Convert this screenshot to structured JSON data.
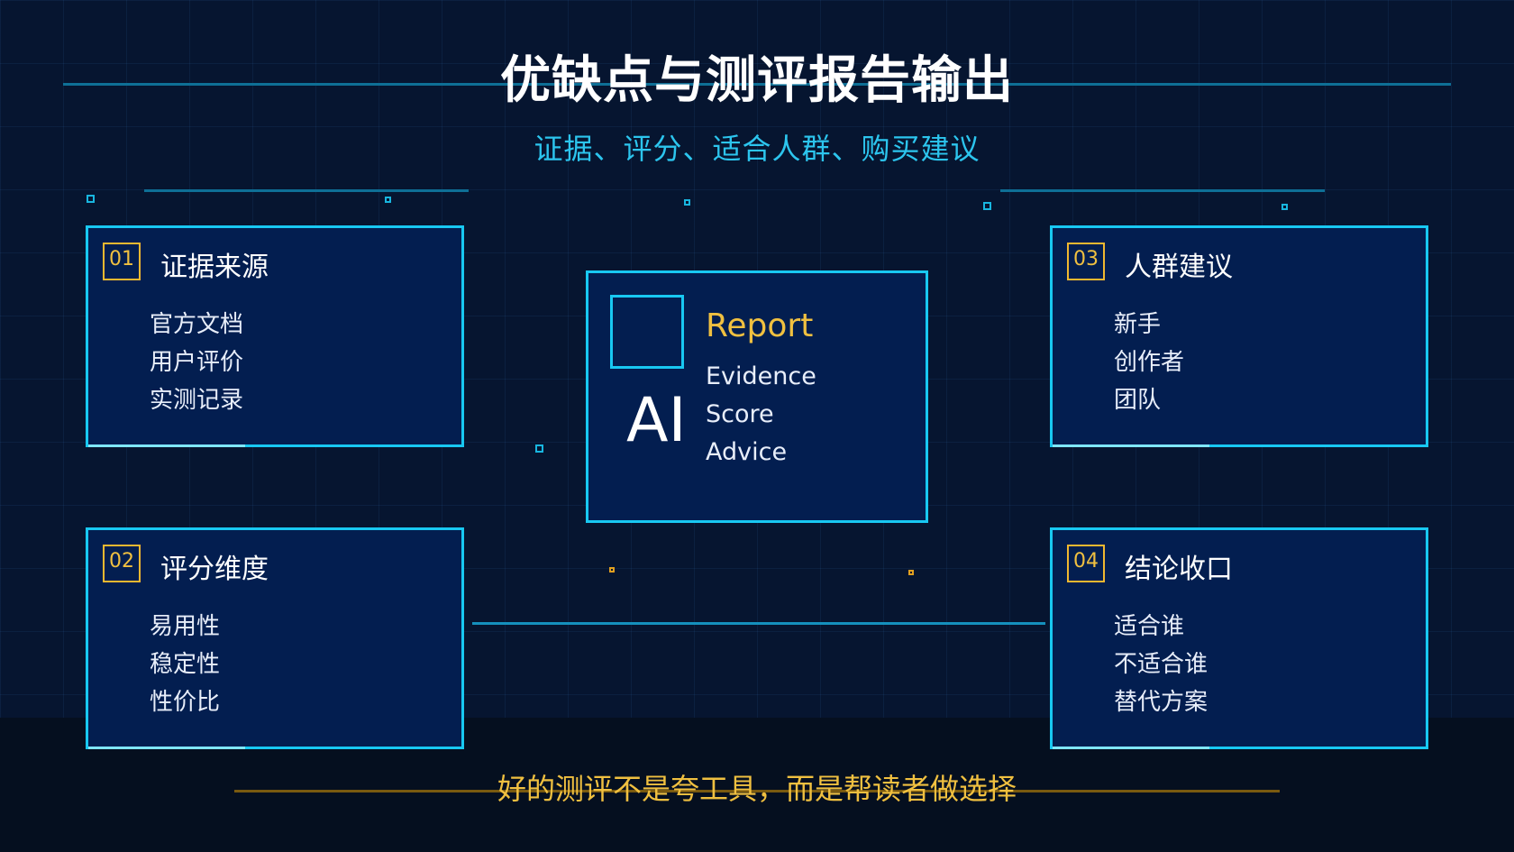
{
  "title": "优缺点与测评报告输出",
  "subtitle": "证据、评分、适合人群、购买建议",
  "cards": [
    {
      "num": "01",
      "heading": "证据来源",
      "items": [
        "官方文档",
        "用户评价",
        "实测记录"
      ]
    },
    {
      "num": "02",
      "heading": "评分维度",
      "items": [
        "易用性",
        "稳定性",
        "性价比"
      ]
    },
    {
      "num": "03",
      "heading": "人群建议",
      "items": [
        "新手",
        "创作者",
        "团队"
      ]
    },
    {
      "num": "04",
      "heading": "结论收口",
      "items": [
        "适合谁",
        "不适合谁",
        "替代方案"
      ]
    }
  ],
  "center": {
    "logo": "AI",
    "label": "Report",
    "items": [
      "Evidence",
      "Score",
      "Advice"
    ]
  },
  "tagline": "好的测评不是夸工具，而是帮读者做选择",
  "colors": {
    "background": "#061530",
    "accent_cyan": "#18c8f2",
    "accent_gold": "#f0c040",
    "card_fill": "#031e50"
  }
}
